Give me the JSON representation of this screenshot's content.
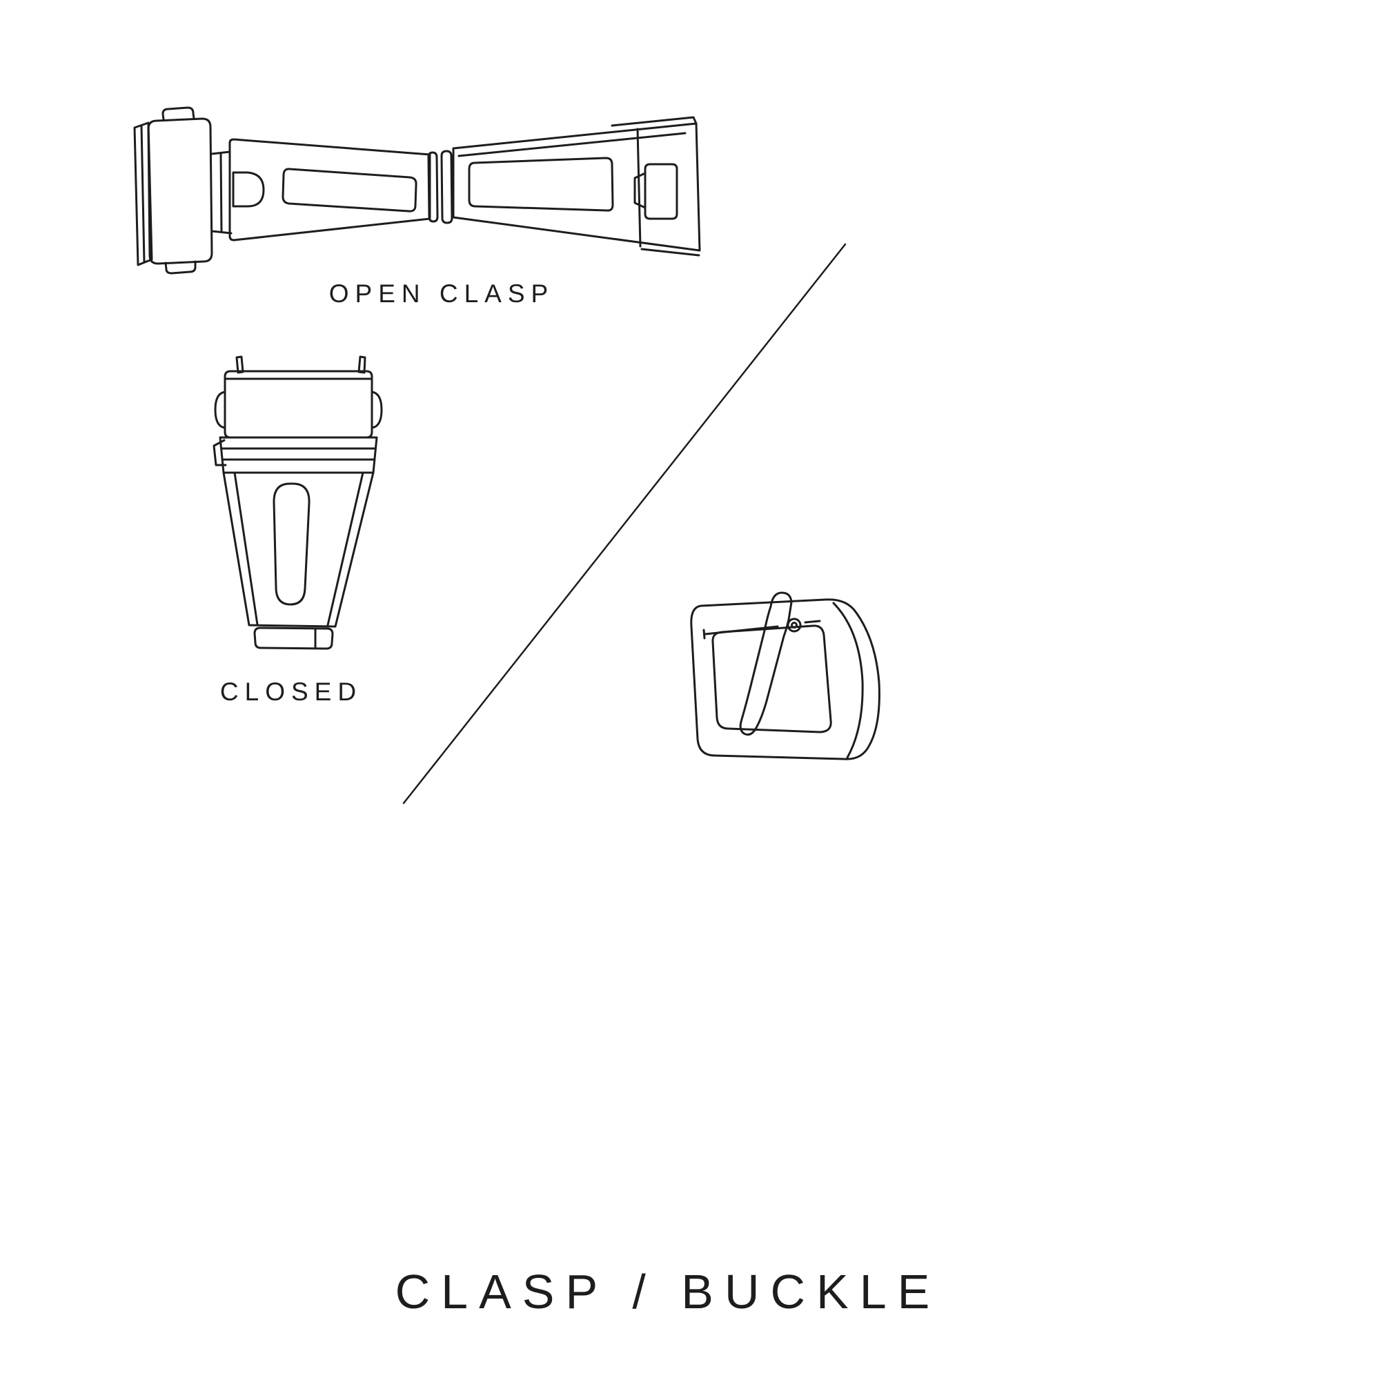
{
  "page": {
    "background_color": "#ffffff",
    "ink_color": "#1d1d1d",
    "title": "CLASP / BUCKLE"
  },
  "figures": {
    "open_clasp": {
      "label": "OPEN CLASP",
      "illustration": "open-clasp-line-drawing"
    },
    "closed_clasp": {
      "label": "CLOSED",
      "illustration": "closed-clasp-line-drawing"
    },
    "buckle": {
      "illustration": "tang-buckle-line-drawing"
    }
  },
  "divider": {
    "type": "diagonal-line"
  }
}
